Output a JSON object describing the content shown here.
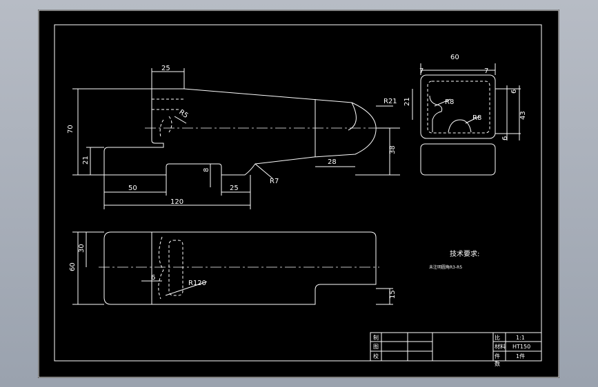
{
  "drawing": {
    "dims": {
      "top_width": "25",
      "height_70": "70",
      "left_21": "21",
      "r5": "R5",
      "r21": "R21",
      "right_38": "38",
      "w28": "28",
      "h8": "8",
      "w50": "50",
      "w25": "25",
      "w120": "120",
      "r7": "R7",
      "side_60": "60",
      "side_7a": "7",
      "side_7b": "7",
      "side_21": "21",
      "side_r8a": "R8",
      "side_r8b": "R8",
      "side_6a": "6",
      "side_43": "43",
      "side_6b": "6",
      "plan_30": "30",
      "plan_60": "60",
      "plan_6": "6",
      "plan_r120": "R120",
      "plan_15": "15"
    },
    "tech": {
      "title": "技术要求:",
      "note": "未注明圆角R3-R5"
    },
    "title_block": {
      "scale_label": "比",
      "scale_value": "1:1",
      "material_label": "材料",
      "material_value": "HT150",
      "qty_label": "件",
      "qty_value": "1件",
      "drawn": "制",
      "checked": "图",
      "approved": "校",
      "count_label": "数"
    }
  }
}
